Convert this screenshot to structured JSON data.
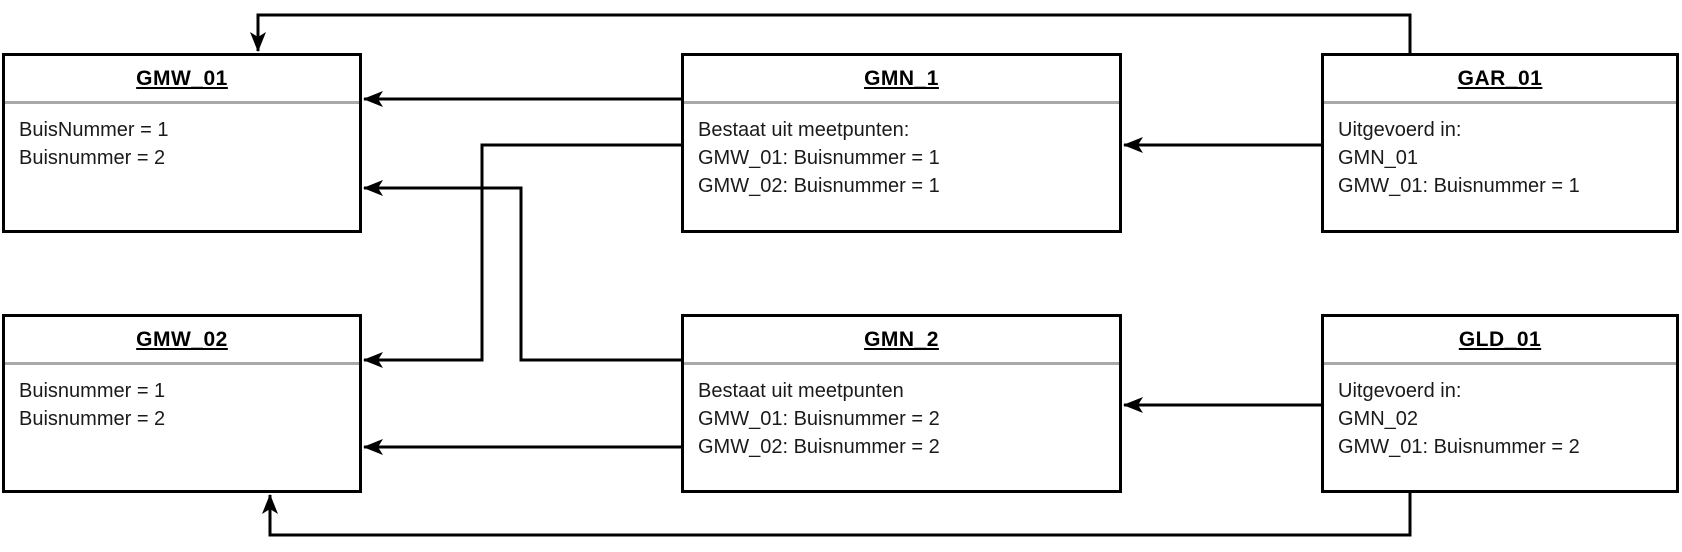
{
  "diagram": {
    "boxes": [
      {
        "id": "GMW_01",
        "title": "GMW_01",
        "lines": [
          "BuisNummer = 1",
          "Buisnummer = 2"
        ]
      },
      {
        "id": "GMN_1",
        "title": "GMN_1",
        "lines": [
          "Bestaat uit meetpunten:",
          "GMW_01: Buisnummer = 1",
          "GMW_02: Buisnummer = 1"
        ]
      },
      {
        "id": "GAR_01",
        "title": "GAR_01",
        "lines": [
          "Uitgevoerd in:",
          "GMN_01",
          "GMW_01: Buisnummer = 1"
        ]
      },
      {
        "id": "GMW_02",
        "title": "GMW_02",
        "lines": [
          "Buisnummer = 1",
          "Buisnummer = 2"
        ]
      },
      {
        "id": "GMN_2",
        "title": "GMN_2",
        "lines": [
          "Bestaat uit meetpunten",
          "GMW_01: Buisnummer = 2",
          "GMW_02: Buisnummer = 2"
        ]
      },
      {
        "id": "GLD_01",
        "title": "GLD_01",
        "lines": [
          "Uitgevoerd in:",
          "GMN_02",
          "GMW_01: Buisnummer = 2"
        ]
      }
    ],
    "edges": [
      {
        "from": "GAR_01",
        "to": "GMW_01",
        "route": "over-the-top"
      },
      {
        "from": "GMN_1",
        "to": "GMW_01",
        "route": "straight"
      },
      {
        "from": "GMN_2",
        "to": "GMW_01",
        "route": "cross-up"
      },
      {
        "from": "GMN_1",
        "to": "GMW_02",
        "route": "cross-down"
      },
      {
        "from": "GMN_2",
        "to": "GMW_02",
        "route": "straight"
      },
      {
        "from": "GAR_01",
        "to": "GMN_1",
        "route": "straight"
      },
      {
        "from": "GLD_01",
        "to": "GMN_2",
        "route": "straight"
      },
      {
        "from": "GLD_01",
        "to": "GMW_02",
        "route": "under-the-bottom"
      }
    ],
    "colors": {
      "line": "#000000",
      "box_border": "#000000",
      "box_fill": "#ffffff",
      "divider": "#a9a9a9",
      "text": "#1a1a1a"
    }
  }
}
